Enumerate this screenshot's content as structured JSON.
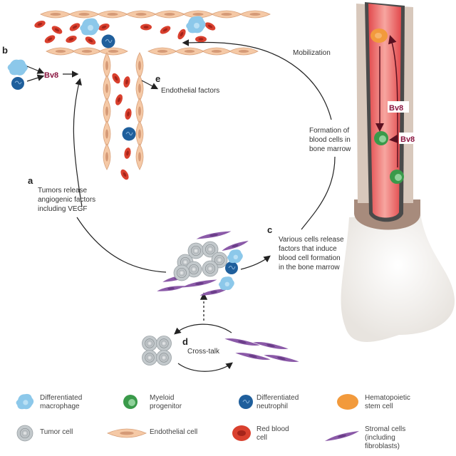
{
  "labels": {
    "b": "b",
    "bv8_left": "Bv8",
    "e": "e",
    "endothelial_factors": "Endothelial factors",
    "a": "a",
    "a_text": [
      "Tumors release",
      "angiogenic factors",
      "including VEGF"
    ],
    "mobilization": "Mobilization",
    "formation": [
      "Formation of",
      "blood cells in",
      "bone marrow"
    ],
    "bv8_bone_1": "Bv8",
    "bv8_bone_2": "Bv8",
    "c": "c",
    "c_text": [
      "Various cells release",
      "factors that induce",
      "blood cell formation",
      "in the bone marrow"
    ],
    "d": "d",
    "cross_talk": "Cross-talk"
  },
  "legend": [
    {
      "icon": "macrophage-icon",
      "lines": [
        "Differentiated",
        "macrophage"
      ]
    },
    {
      "icon": "myeloid-progenitor-icon",
      "lines": [
        "Myeloid",
        "progenitor"
      ]
    },
    {
      "icon": "neutrophil-icon",
      "lines": [
        "Differentiated",
        "neutrophil"
      ]
    },
    {
      "icon": "hematopoietic-stem-cell-icon",
      "lines": [
        "Hematopoietic",
        "stem cell"
      ]
    },
    {
      "icon": "tumor-cell-icon",
      "lines": [
        "Tumor cell"
      ]
    },
    {
      "icon": "endothelial-cell-icon",
      "lines": [
        "Endothelial cell"
      ]
    },
    {
      "icon": "red-blood-cell-icon",
      "lines": [
        "Red blood",
        "cell"
      ]
    },
    {
      "icon": "stromal-cell-icon",
      "lines": [
        "Stromal cells",
        "(including",
        "fibroblasts)"
      ]
    }
  ],
  "colors": {
    "endothelial": "#f5c9a6",
    "rbc": "#d9402e",
    "macrophage": "#8cc8ea",
    "neutrophil": "#1f5f9c",
    "myeloid": "#3a9a4a",
    "hsc": "#f29a3c",
    "tumor": "#c9ced1",
    "stromal": "#8b5aa8",
    "bv8": "#8a1640"
  }
}
